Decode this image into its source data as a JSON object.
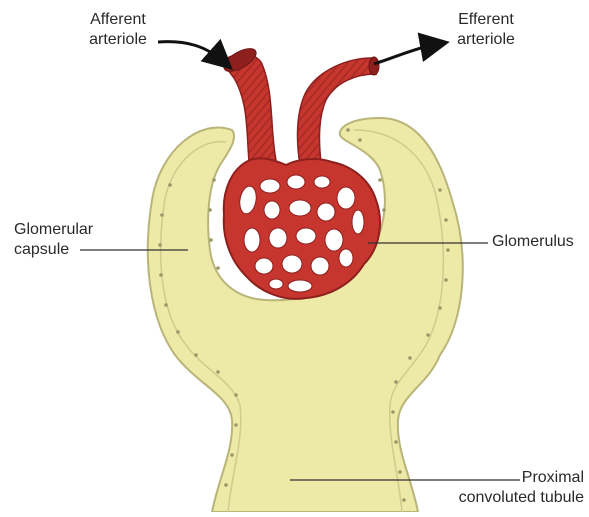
{
  "labels": {
    "afferent_line1": "Afferent",
    "afferent_line2": "arteriole",
    "efferent_line1": "Efferent",
    "efferent_line2": "arteriole",
    "capsule_line1": "Glomerular",
    "capsule_line2": "capsule",
    "glomerulus": "Glomerulus",
    "tubule_line1": "Proximal",
    "tubule_line2": "convoluted tubule"
  },
  "colors": {
    "capsule_fill": "#ede9a6",
    "capsule_outline": "#b9b57a",
    "cell_dot": "#9a9866",
    "vessel_fill": "#c6362f",
    "vessel_dark": "#8d1f1d",
    "vessel_highlight": "#e4665c",
    "leader_line": "#333333",
    "arrow": "#111111"
  }
}
